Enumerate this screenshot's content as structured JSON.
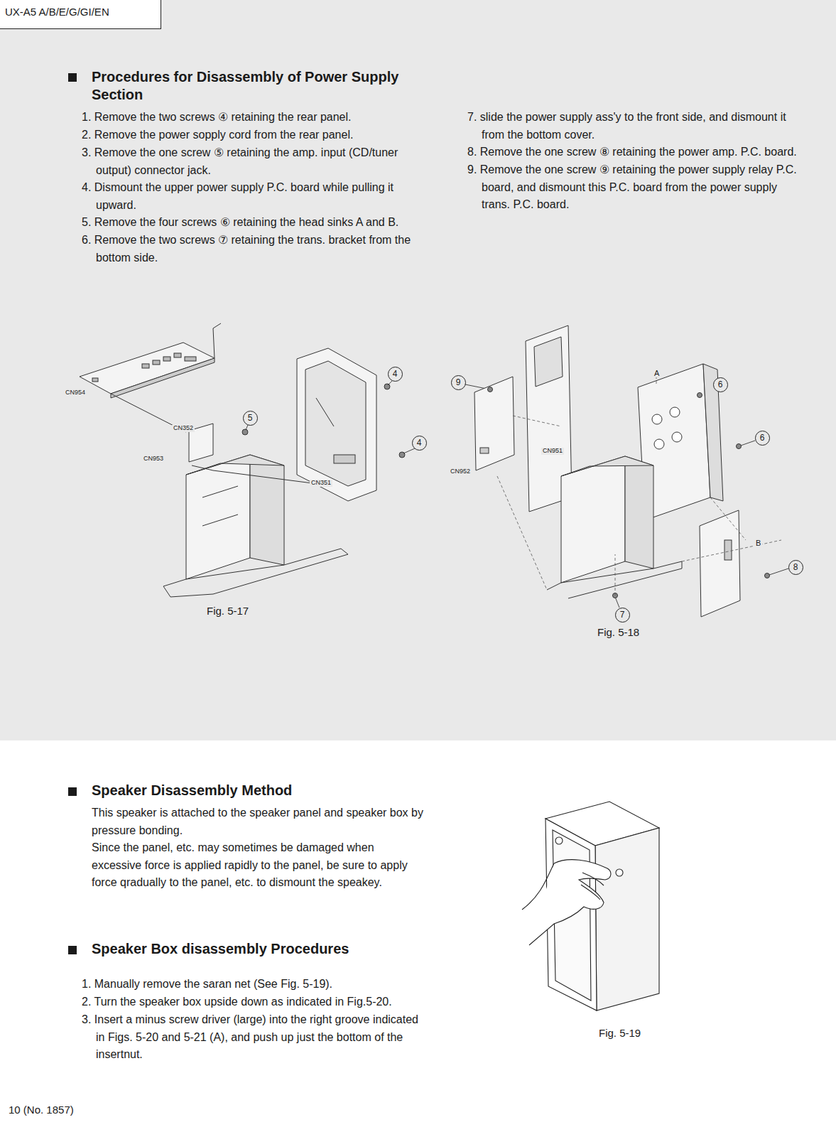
{
  "diagram": {
    "title": "Procedures for Disassembly of Power Supply Section",
    "nodes": [
      {
        "text": [
          "UX-A5 A/B/E/G/GI/EN"
        ]
      },
      {
        "text": [
          "4"
        ]
      },
      {
        "text": [
          "5"
        ]
      },
      {
        "text": [
          "4"
        ]
      },
      {
        "text": [
          "9"
        ]
      },
      {
        "text": [
          "6"
        ]
      },
      {
        "text": [
          "6"
        ]
      },
      {
        "text": [
          "8"
        ]
      },
      {
        "text": [
          "7"
        ]
      }
    ],
    "labels": [
      "1. Remove the two screws ④ retaining the rear panel.",
      "2. Remove the power sopply cord from the rear panel.",
      "3. Remove the one screw ⑤ retaining the amp. input (CD/tuner output) connector jack.",
      "4. Dismount the upper power supply P.C. board while pulling it upward.",
      "5. Remove the four screws ⑥ retaining the head sinks A and B.",
      "6. Remove the two screws ⑦ retaining the trans. bracket from the bottom side.",
      "7. slide the power supply ass'y to the front side, and dismount it from the bottom cover.",
      "8. Remove the one screw ⑧ retaining the power amp. P.C. board.",
      "9. Remove the one screw ⑨ retaining the power supply relay P.C. board, and dismount this P.C. board from the power supply trans. P.C. board.",
      "CN954",
      "CN352",
      "CN953",
      "CN351",
      "Fig. 5-17",
      "A",
      "CN951",
      "CN952",
      "B",
      "Fig. 5-18",
      "Speaker Disassembly Method",
      "This speaker is attached to the speaker panel and speaker box by pressure bonding.",
      "Since the panel, etc. may sometimes be damaged when excessive force is applied rapidly to the panel, be sure to apply force qradually to the panel, etc. to dismount the speakey.",
      "Speaker Box disassembly Procedures",
      "1. Manually remove the saran net (See Fig. 5-19).",
      "2. Turn the speaker box upside down as indicated in Fig.5-20.",
      "3. Insert a minus screw driver (large) into the right groove indicated in Figs. 5-20 and 5-21 (A), and push up just the bottom of the insertnut.",
      "Fig. 5-19",
      "10 (No. 1857)"
    ]
  }
}
